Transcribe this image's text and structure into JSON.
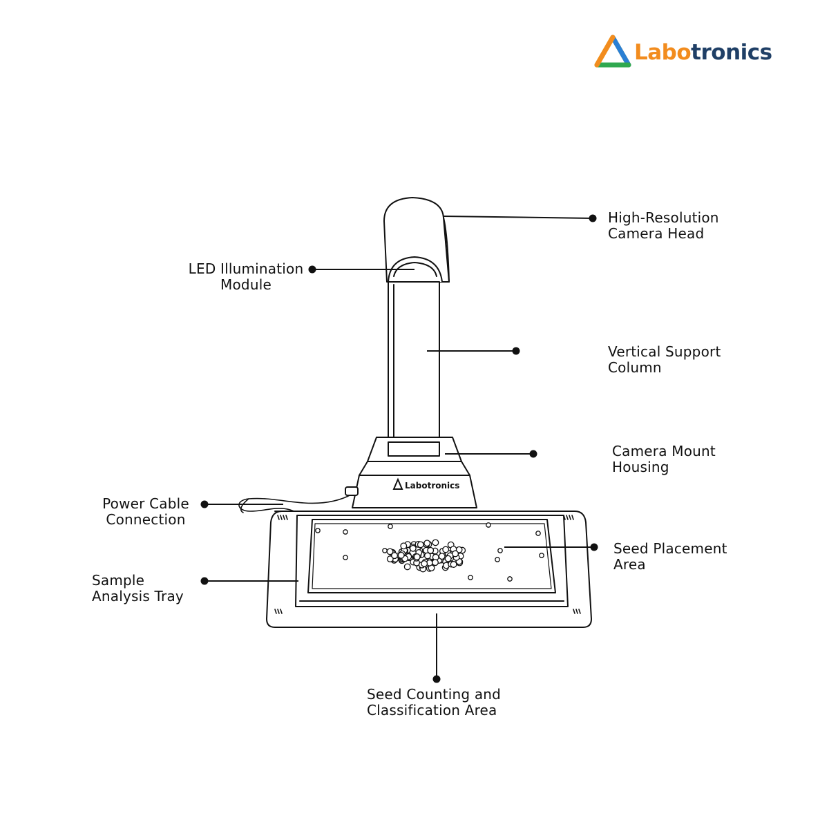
{
  "brand": {
    "name_part1": "Labo",
    "name_part2": "tronics",
    "colors": {
      "orange": "#f28c1e",
      "navy": "#1f3f66",
      "green": "#2fa84f",
      "blue": "#2a7fd4",
      "yellow": "#f5c400"
    },
    "logo_icon": "triangle-logo-icon"
  },
  "device": {
    "base_brand": "Labotronics",
    "brand_icon": "triangle-outline-icon"
  },
  "labels": {
    "camera_head": [
      "High-Resolution",
      "Camera Head"
    ],
    "led_module": [
      "LED Illumination",
      "Module"
    ],
    "support_column": [
      "Vertical Support",
      "Column"
    ],
    "mount_housing": [
      "Camera Mount",
      "Housing"
    ],
    "power_cable": [
      "Power Cable",
      "Connection"
    ],
    "seed_placement": [
      "Seed Placement",
      "Area"
    ],
    "analysis_tray": [
      "Sample",
      "Analysis Tray"
    ],
    "counting_area": [
      "Seed Counting and",
      "Classification Area"
    ]
  }
}
